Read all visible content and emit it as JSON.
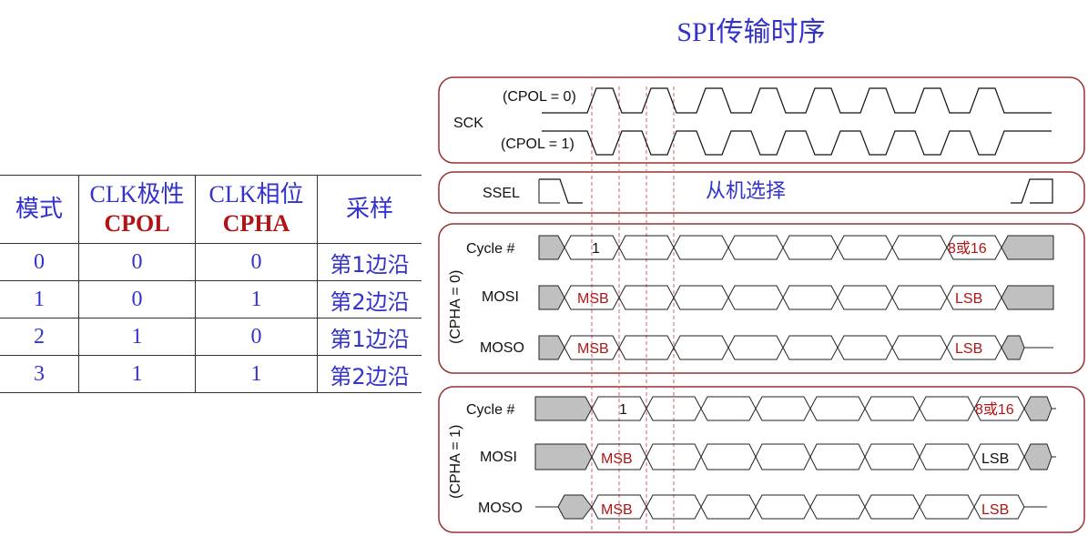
{
  "title": "SPI传输时序",
  "table": {
    "headers": [
      {
        "text": "模式",
        "symbol": ""
      },
      {
        "text": "CLK极性",
        "symbol": "CPOL"
      },
      {
        "text": "CLK相位",
        "symbol": "CPHA"
      },
      {
        "text": "采样",
        "symbol": ""
      }
    ],
    "rows": [
      [
        "0",
        "0",
        "0",
        "第1边沿"
      ],
      [
        "1",
        "0",
        "1",
        "第2边沿"
      ],
      [
        "2",
        "1",
        "0",
        "第1边沿"
      ],
      [
        "3",
        "1",
        "1",
        "第2边沿"
      ]
    ]
  },
  "diagram": {
    "sck": {
      "label": "SCK",
      "cpol0": "(CPOL = 0)",
      "cpol1": "(CPOL = 1)"
    },
    "ssel": {
      "label": "SSEL",
      "text": "从机选择"
    },
    "cpha0": {
      "mode": "(CPHA = 0)",
      "rows": [
        {
          "label": "Cycle #",
          "first": "1",
          "last": "8或16"
        },
        {
          "label": "MOSI",
          "first": "MSB",
          "last": "LSB"
        },
        {
          "label": "MOSO",
          "first": "MSB",
          "last": "LSB"
        }
      ]
    },
    "cpha1": {
      "mode": "(CPHA = 1)",
      "rows": [
        {
          "label": "Cycle #",
          "first": "1",
          "last": "8或16"
        },
        {
          "label": "MOSI",
          "first": "MSB",
          "last": "LSB"
        },
        {
          "label": "MOSO",
          "first": "MSB",
          "last": "LSB"
        }
      ]
    }
  },
  "colors": {
    "accent_blue": "#3333cc",
    "accent_red": "#b01515",
    "frame": "#9b3030",
    "grey_fill": "#c0c0c0"
  }
}
